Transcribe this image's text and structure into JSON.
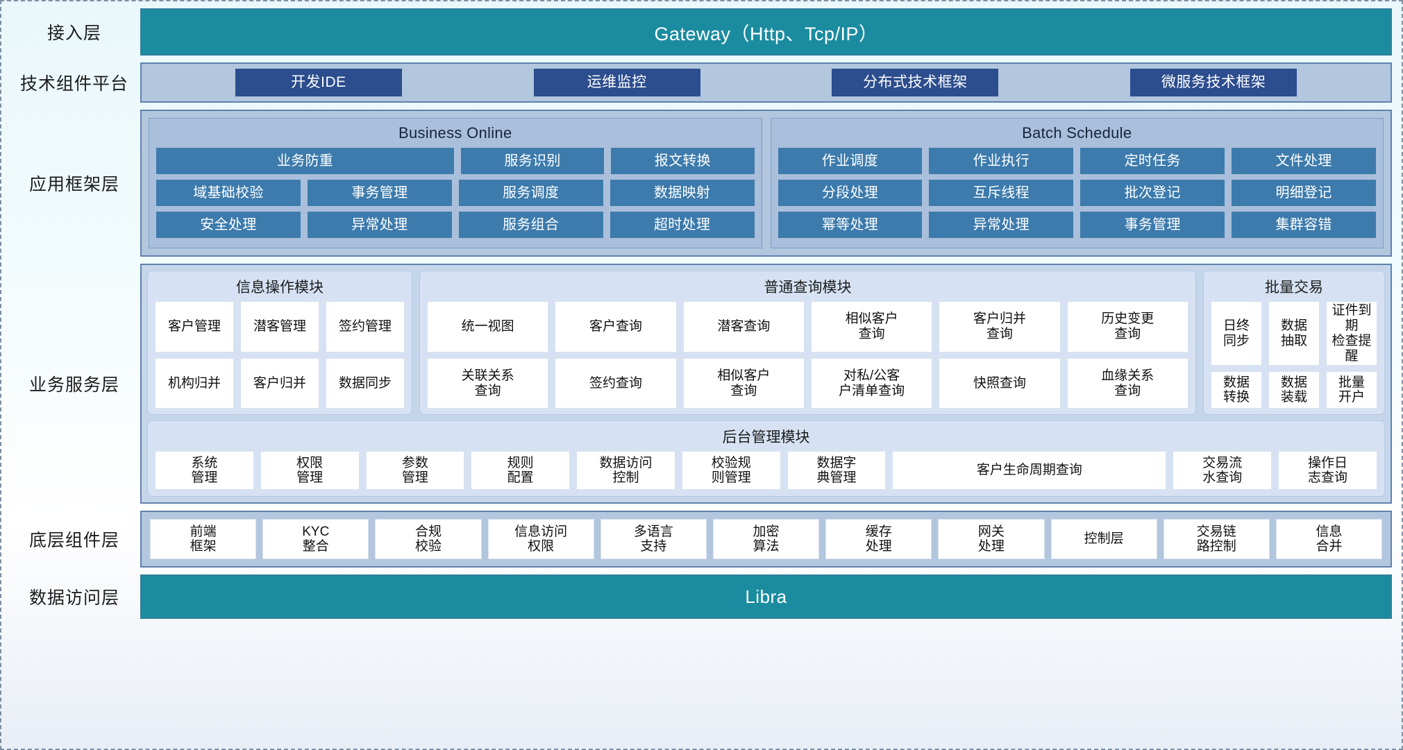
{
  "layers": {
    "access": "接入层",
    "tech_platform": "技术组件平台",
    "app_framework": "应用框架层",
    "business_service": "业务服务层",
    "component": "底层组件层",
    "data_access": "数据访问层"
  },
  "gateway": {
    "label": "Gateway（Http、Tcp/IP）"
  },
  "libra": {
    "label": "Libra"
  },
  "tech": {
    "items": [
      {
        "label": "开发IDE"
      },
      {
        "label": "运维监控"
      },
      {
        "label": "分布式技术框架"
      },
      {
        "label": "微服务技术框架"
      }
    ]
  },
  "business_online": {
    "title": "Business Online",
    "rows": [
      [
        {
          "label": "业务防重",
          "span": 2
        },
        {
          "label": "服务识别",
          "span": 1
        },
        {
          "label": "报文转换",
          "span": 1
        }
      ],
      [
        {
          "label": "域基础校验",
          "span": 1
        },
        {
          "label": "事务管理",
          "span": 1
        },
        {
          "label": "服务调度",
          "span": 1
        },
        {
          "label": "数据映射",
          "span": 1
        }
      ],
      [
        {
          "label": "安全处理",
          "span": 1
        },
        {
          "label": "异常处理",
          "span": 1
        },
        {
          "label": "服务组合",
          "span": 1
        },
        {
          "label": "超时处理",
          "span": 1
        }
      ]
    ]
  },
  "batch_schedule": {
    "title": "Batch Schedule",
    "rows": [
      [
        {
          "label": "作业调度"
        },
        {
          "label": "作业执行"
        },
        {
          "label": "定时任务"
        },
        {
          "label": "文件处理"
        }
      ],
      [
        {
          "label": "分段处理"
        },
        {
          "label": "互斥线程"
        },
        {
          "label": "批次登记"
        },
        {
          "label": "明细登记"
        }
      ],
      [
        {
          "label": "幂等处理"
        },
        {
          "label": "异常处理"
        },
        {
          "label": "事务管理"
        },
        {
          "label": "集群容错"
        }
      ]
    ]
  },
  "info_module": {
    "title": "信息操作模块",
    "rows": [
      [
        {
          "label": "客户管理"
        },
        {
          "label": "潜客管理"
        },
        {
          "label": "签约管理"
        }
      ],
      [
        {
          "label": "机构归并"
        },
        {
          "label": "客户归并"
        },
        {
          "label": "数据同步"
        }
      ]
    ]
  },
  "query_module": {
    "title": "普通查询模块",
    "rows": [
      [
        {
          "label": "统一视图"
        },
        {
          "label": "客户查询"
        },
        {
          "label": "潜客查询"
        },
        {
          "label": "相似客户\n查询"
        },
        {
          "label": "客户归并\n查询"
        },
        {
          "label": "历史变更\n查询"
        }
      ],
      [
        {
          "label": "关联关系\n查询"
        },
        {
          "label": "签约查询"
        },
        {
          "label": "相似客户\n查询"
        },
        {
          "label": "对私/公客\n户清单查询"
        },
        {
          "label": "快照查询"
        },
        {
          "label": "血缘关系\n查询"
        }
      ]
    ]
  },
  "batch_trade": {
    "title": "批量交易",
    "rows": [
      [
        {
          "label": "日终\n同步"
        },
        {
          "label": "数据\n抽取"
        },
        {
          "label": "证件到期\n检查提醒"
        }
      ],
      [
        {
          "label": "数据\n转换"
        },
        {
          "label": "数据\n装载"
        },
        {
          "label": "批量\n开户"
        }
      ]
    ]
  },
  "back_office": {
    "title": "后台管理模块",
    "items": [
      {
        "label": "系统\n管理",
        "wide": false
      },
      {
        "label": "权限\n管理",
        "wide": false
      },
      {
        "label": "参数\n管理",
        "wide": false
      },
      {
        "label": "规则\n配置",
        "wide": false
      },
      {
        "label": "数据访问\n控制",
        "wide": false
      },
      {
        "label": "校验规\n则管理",
        "wide": false
      },
      {
        "label": "数据字\n典管理",
        "wide": false
      },
      {
        "label": "客户生命周期查询",
        "wide": true
      },
      {
        "label": "交易流\n水查询",
        "wide": false
      },
      {
        "label": "操作日\n志查询",
        "wide": false
      }
    ]
  },
  "components": {
    "items": [
      {
        "label": "前端\n框架"
      },
      {
        "label": "KYC\n整合"
      },
      {
        "label": "合规\n校验"
      },
      {
        "label": "信息访问\n权限"
      },
      {
        "label": "多语言\n支持"
      },
      {
        "label": "加密\n算法"
      },
      {
        "label": "缓存\n处理"
      },
      {
        "label": "网关\n处理"
      },
      {
        "label": "控制层"
      },
      {
        "label": "交易链\n路控制"
      },
      {
        "label": "信息\n合并"
      }
    ]
  },
  "colors": {
    "teal": "#1b8ca0",
    "dark_blue": "#2c4d8e",
    "mid_blue": "#3d7bac",
    "band_blue": "#b2c6de",
    "panel_blue": "#d6e2f3"
  }
}
